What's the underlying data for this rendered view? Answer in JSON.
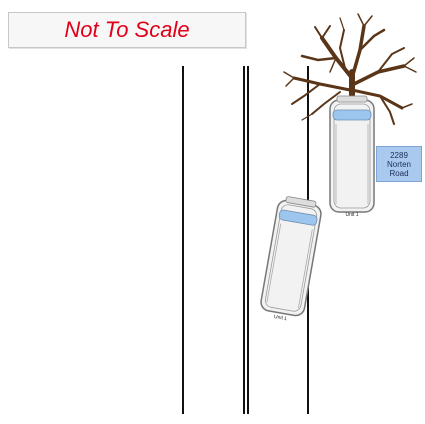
{
  "scale_note": "Not To Scale",
  "address": {
    "line1": "2289",
    "line2": "Norten",
    "line3": "Road"
  },
  "vehicles": [
    {
      "label": "Unit 1"
    },
    {
      "label": "Unit 1"
    }
  ],
  "colors": {
    "scale_text": "#e0001a",
    "address_fill": "#a9c9ee",
    "windshield": "#9cc6ee",
    "tree": "#5a3518",
    "road_line": "#111111"
  }
}
